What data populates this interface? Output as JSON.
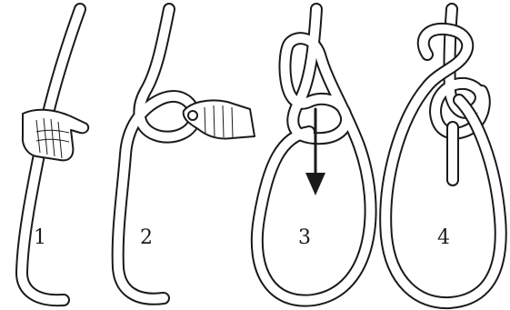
{
  "steps": [
    {
      "number": "1"
    },
    {
      "number": "2"
    },
    {
      "number": "3"
    },
    {
      "number": "4"
    }
  ],
  "colors": {
    "ink": "#1a1a1a",
    "background": "#ffffff"
  },
  "icons": [
    "hand-icon",
    "down-arrow-icon"
  ]
}
